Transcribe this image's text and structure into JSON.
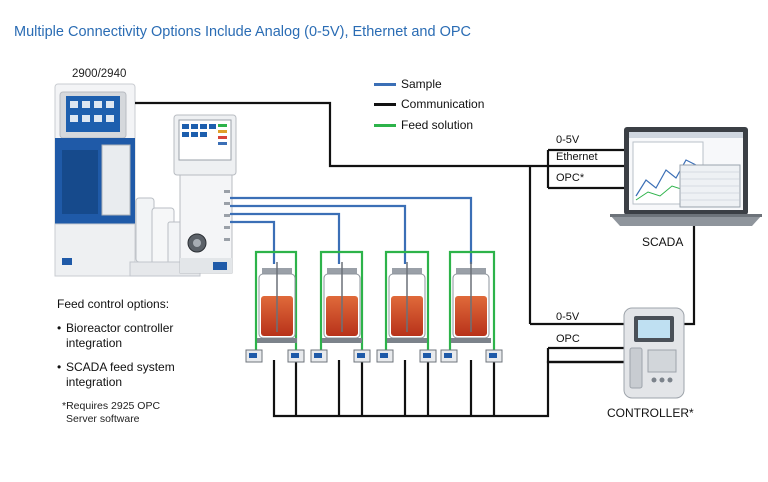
{
  "title": "Multiple Connectivity Options Include Analog (0-5V), Ethernet and OPC",
  "device_label": "2900/2940",
  "legend": [
    {
      "label": "Sample",
      "color": "#3b6fb6"
    },
    {
      "label": "Communication",
      "color": "#111111"
    },
    {
      "label": "Feed solution",
      "color": "#2db34a"
    }
  ],
  "scada": {
    "label": "SCADA",
    "ports": [
      "0-5V",
      "Ethernet",
      "OPC*"
    ]
  },
  "controller": {
    "label": "CONTROLLER*",
    "ports": [
      "0-5V",
      "OPC"
    ]
  },
  "feed_options": {
    "heading": "Feed control options:",
    "items": [
      [
        "Bioreactor controller",
        "integration"
      ],
      [
        "SCADA feed system",
        "integration"
      ]
    ],
    "note": [
      "*Requires 2925 OPC",
      "Server software"
    ]
  }
}
